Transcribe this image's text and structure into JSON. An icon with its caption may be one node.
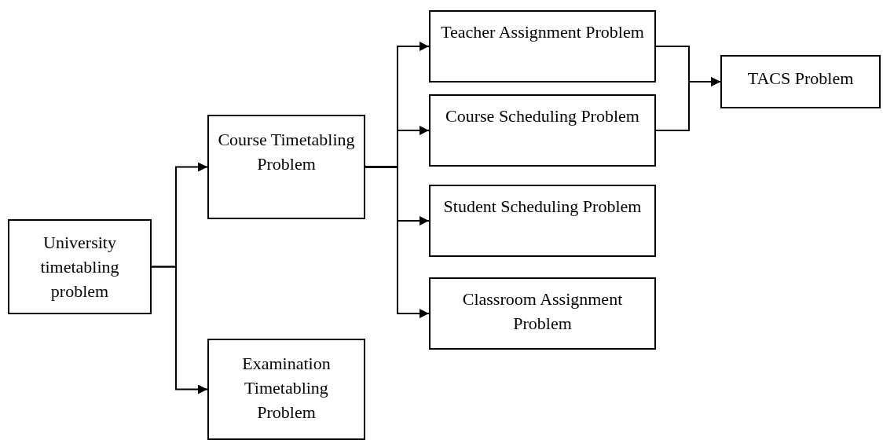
{
  "diagram": {
    "nodes": [
      {
        "text": [
          "University timetabling problem"
        ]
      },
      {
        "text": [
          "Course Timetabling Problem"
        ]
      },
      {
        "text": [
          "Examination Timetabling Problem"
        ]
      },
      {
        "text": [
          "Teacher Assignment Problem"
        ]
      },
      {
        "text": [
          "Course Scheduling Problem"
        ]
      },
      {
        "text": [
          "Student Scheduling Problem"
        ]
      },
      {
        "text": [
          "Classroom Assignment Problem"
        ]
      },
      {
        "text": [
          "TACS Problem"
        ]
      }
    ],
    "edges": [
      {
        "from": 0,
        "to": 1,
        "arrow": "to"
      },
      {
        "from": 0,
        "to": 2,
        "arrow": "to"
      },
      {
        "from": 1,
        "to": 3,
        "arrow": "to"
      },
      {
        "from": 1,
        "to": 4,
        "arrow": "to"
      },
      {
        "from": 1,
        "to": 5,
        "arrow": "to"
      },
      {
        "from": 1,
        "to": 6,
        "arrow": "to"
      },
      {
        "from": 3,
        "to": 7,
        "arrow": "to"
      },
      {
        "from": 4,
        "to": 7,
        "arrow": "to"
      }
    ]
  }
}
